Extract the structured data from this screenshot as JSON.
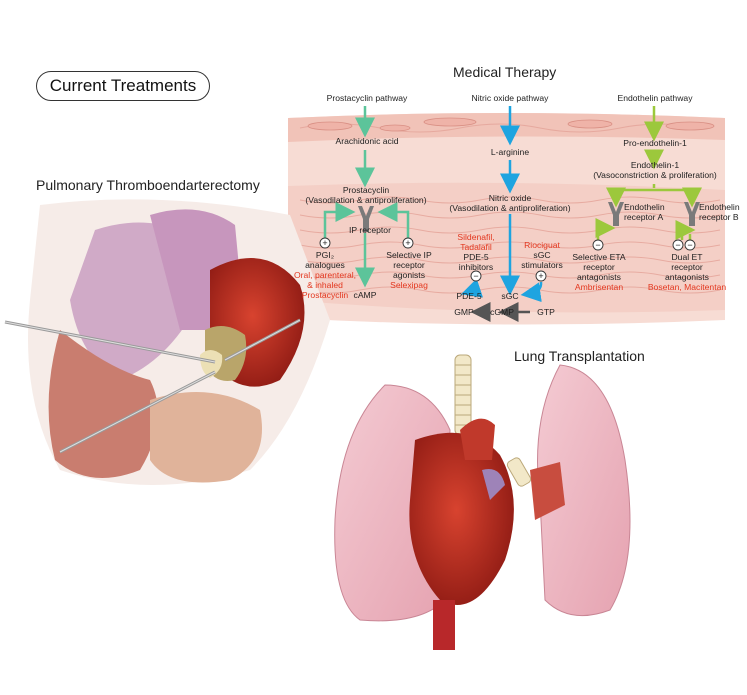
{
  "header": {
    "main_title": "Current Treatments",
    "medical_title": "Medical Therapy",
    "pte_title": "Pulmonary Thromboendarterectomy",
    "lung_title": "Lung Transplantation"
  },
  "pathways": {
    "prostacyclin": {
      "title": "Prostacyclin pathway",
      "precursor": "Arachidonic acid",
      "product_line1": "Prostacyclin",
      "product_line2": "(Vasodilation & antiproliferation)",
      "receptor": "IP receptor",
      "drug1_line1": "PGI₂",
      "drug1_line2": "analogues",
      "drug1_examples_line1": "Oral, parenteral,",
      "drug1_examples_line2": "& inhaled",
      "drug1_examples_line3": "Prostacyclin",
      "drug2_line1": "Selective IP",
      "drug2_line2": "receptor",
      "drug2_line3": "agonists",
      "drug2_examples": "Selexipag",
      "output": "cAMP"
    },
    "nitric_oxide": {
      "title": "Nitric oxide pathway",
      "precursor": "L-arginine",
      "product_line1": "Nitric oxide",
      "product_line2": "(Vasodilation & antiproliferation)",
      "pde5_examples_line1": "Sildenafil,",
      "pde5_examples_line2": "Tadalafil",
      "pde5_line1": "PDE-5",
      "pde5_line2": "inhibitors",
      "sgc_examples": "Riociguat",
      "sgc_line1": "sGC",
      "sgc_line2": "stimulators",
      "pde5": "PDE-5",
      "sgc": "sGC",
      "gmp": "GMP",
      "cgmp": "cGMP",
      "gtp": "GTP"
    },
    "endothelin": {
      "title": "Endothelin pathway",
      "precursor": "Pro-endothelin-1",
      "product_line1": "Endothelin-1",
      "product_line2": "(Vasoconstriction & proliferation)",
      "receptor_a_line1": "Endothelin",
      "receptor_a_line2": "receptor A",
      "receptor_b_line1": "Endothelin",
      "receptor_b_line2": "receptor B",
      "drug1_line1": "Selective ETA",
      "drug1_line2": "receptor",
      "drug1_line3": "antagonists",
      "drug1_examples": "Ambrisentan",
      "drug2_line1": "Dual ET",
      "drug2_line2": "receptor",
      "drug2_line3": "antagonists",
      "drug2_examples": "Bosetan, Macitentan"
    }
  },
  "signs": {
    "plus": "+",
    "minus": "−"
  },
  "colors": {
    "prostacyclin": "#5cc49a",
    "nitric_oxide": "#1ea4e0",
    "endothelin": "#9cc83c",
    "drug_name": "#e3371f"
  }
}
